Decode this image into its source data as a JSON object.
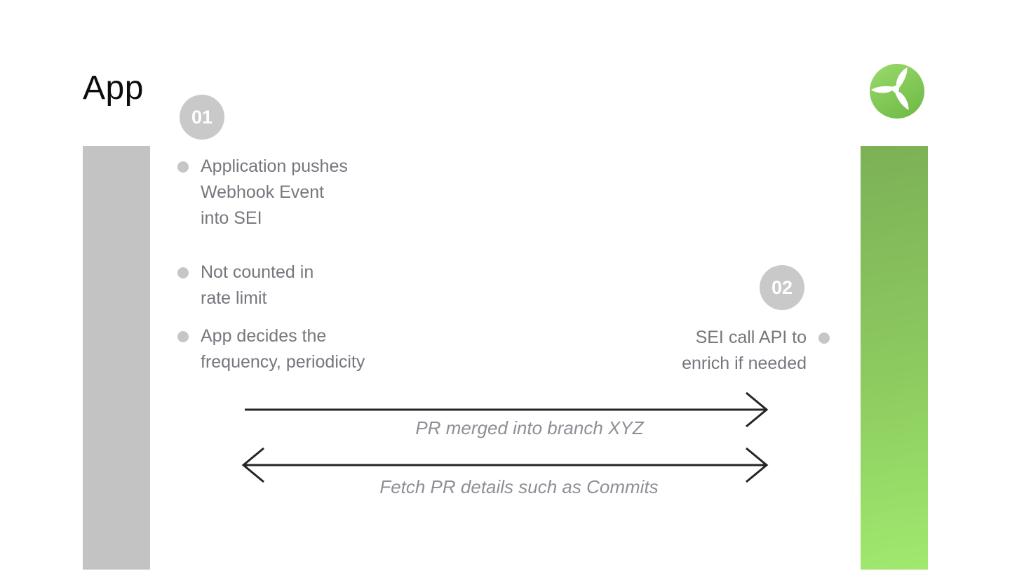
{
  "title": "App",
  "badges": {
    "step1": "01",
    "step2": "02"
  },
  "left_bullet_groups": [
    {
      "lines": [
        "Application pushes",
        "Webhook Event",
        "into SEI"
      ]
    },
    {
      "lines": [
        "Not counted in",
        "rate limit"
      ]
    },
    {
      "lines": [
        "App decides the",
        "frequency, periodicity"
      ]
    }
  ],
  "right_bullet_group": {
    "lines": [
      "SEI call API to",
      "enrich if needed"
    ]
  },
  "arrows": [
    {
      "label": "PR merged into branch XYZ",
      "heads": "right"
    },
    {
      "label": "Fetch PR details such as Commits",
      "heads": "both"
    }
  ],
  "icons": {
    "logo": "turbine-icon"
  },
  "colors": {
    "left_bar": "#c3c3c3",
    "right_bar_top": "#7cb156",
    "right_bar_bottom": "#a0e96e",
    "badge_bg": "#c9c9c9",
    "badge_text": "#ffffff",
    "bullet_dot": "#c6c6c8",
    "body_text": "#76767e",
    "arrow": "#242424",
    "arrow_label": "#8e8e96",
    "logo_green_light": "#9ada6d",
    "logo_green_dark": "#6cb843",
    "title_text": "#0d0d0d"
  }
}
